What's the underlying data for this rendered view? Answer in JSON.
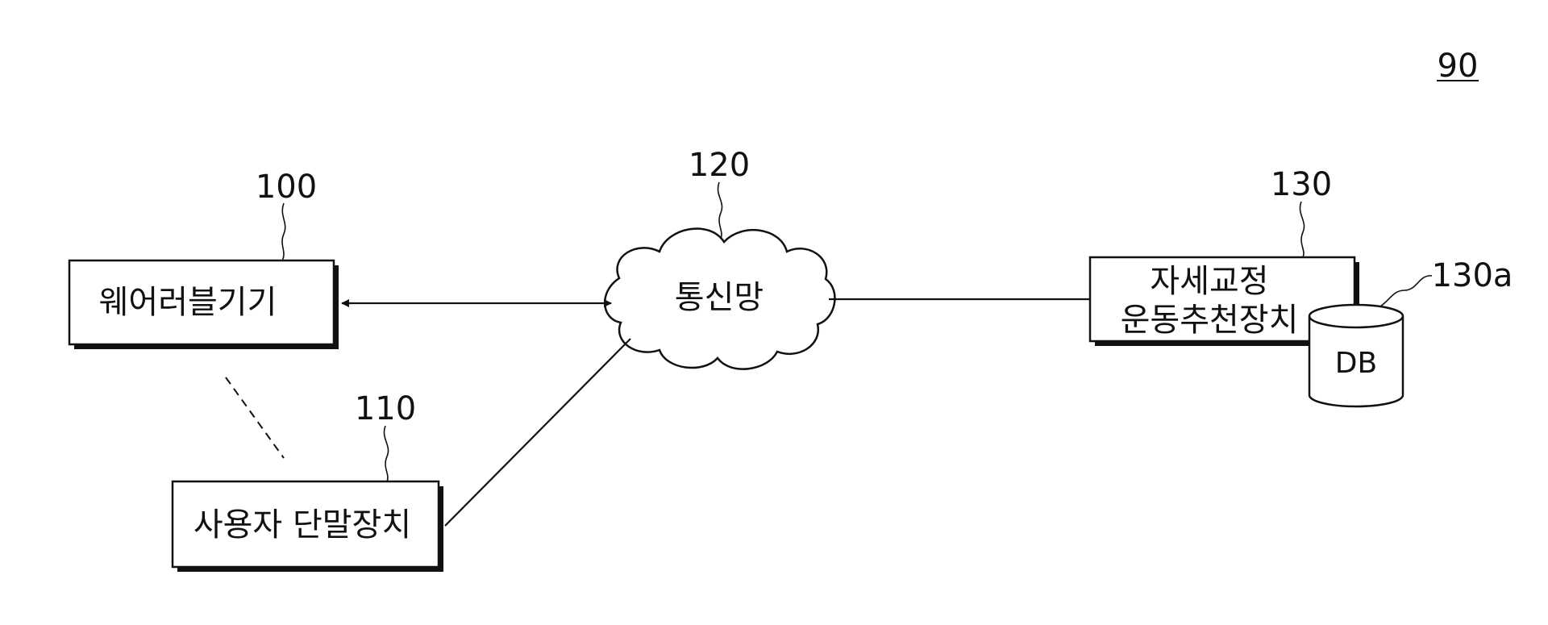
{
  "figure": {
    "number": "90"
  },
  "nodes": {
    "wearable": {
      "ref": "100",
      "label": "웨어러블기기"
    },
    "terminal": {
      "ref": "110",
      "label": "사용자 단말장치"
    },
    "network": {
      "ref": "120",
      "label": "통신망"
    },
    "server": {
      "ref": "130",
      "label_line1": "자세교정",
      "label_line2": "운동추천장치"
    },
    "database": {
      "ref": "130a",
      "label": "DB"
    }
  }
}
